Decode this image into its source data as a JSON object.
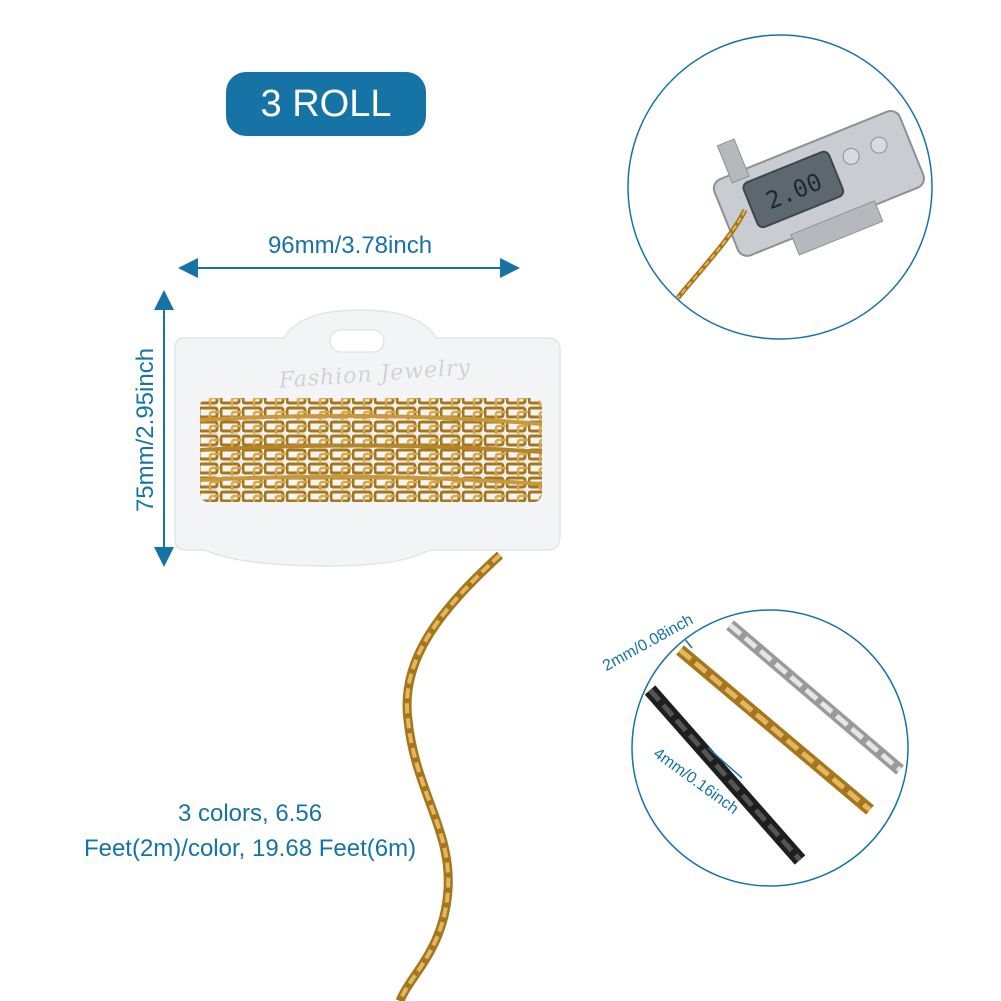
{
  "badge": {
    "label": "3 ROLL"
  },
  "card": {
    "brand_text": "Fashion Jewelry"
  },
  "dimensions": {
    "width": "96mm/3.78inch",
    "height": "75mm/2.95inch"
  },
  "detail": {
    "link_width": "2mm/0.08inch",
    "link_length": "4mm/0.16inch",
    "caliper_reading": "2.00"
  },
  "description": {
    "line1": "3 colors, 6.56",
    "line2": "Feet(2m)/color, 19.68 Feet(6m)"
  },
  "colors": {
    "accent": "#1574a5",
    "gold": "#b8862a",
    "silver": "#c8c8c8",
    "black": "#2a2a2a"
  }
}
